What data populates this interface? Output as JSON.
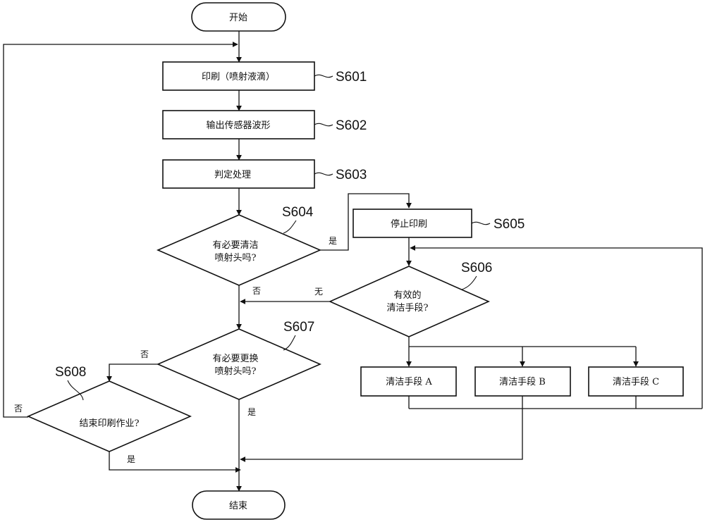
{
  "nodes": {
    "start": "开始",
    "s601": "印刷（喷射液滴）",
    "s602": "输出传感器波形",
    "s603": "判定处理",
    "s604_line1": "有必要清洁",
    "s604_line2": "喷射头吗?",
    "s605": "停止印刷",
    "s606_line1": "有效的",
    "s606_line2": "清洁手段?",
    "s607_line1": "有必要更换",
    "s607_line2": "喷射头吗?",
    "s608": "结束印刷作业?",
    "clean_a": "清洁手段 A",
    "clean_b": "清洁手段 B",
    "clean_c": "清洁手段 C",
    "end": "结束"
  },
  "step_labels": {
    "s601": "S601",
    "s602": "S602",
    "s603": "S603",
    "s604": "S604",
    "s605": "S605",
    "s606": "S606",
    "s607": "S607",
    "s608": "S608"
  },
  "edge_labels": {
    "s604_yes": "是",
    "s604_no": "否",
    "s606_none": "无",
    "s607_yes": "是",
    "s607_no": "否",
    "s608_yes": "是",
    "s608_no": "否"
  }
}
